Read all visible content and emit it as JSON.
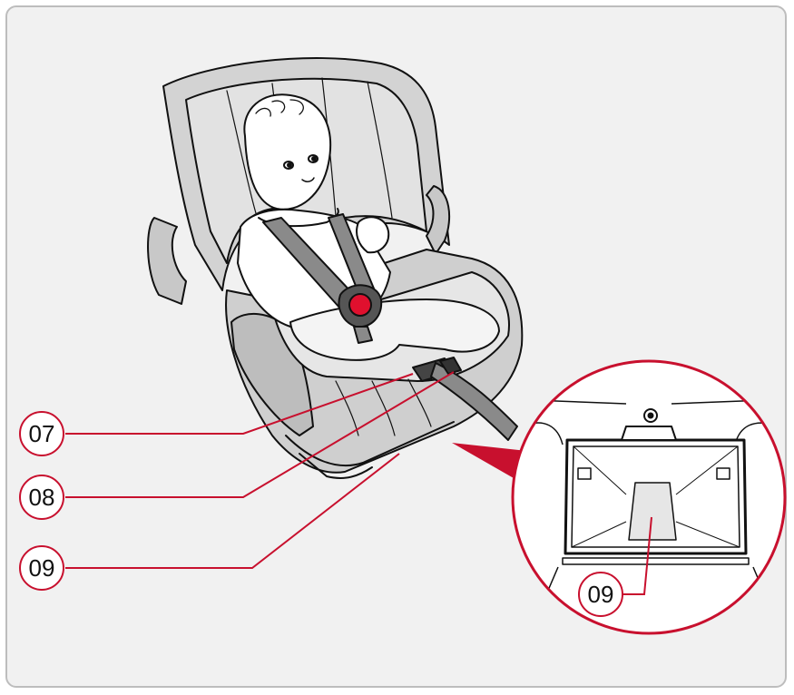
{
  "callouts": [
    {
      "id": "07",
      "label": "07"
    },
    {
      "id": "08",
      "label": "08"
    },
    {
      "id": "09",
      "label": "09"
    }
  ],
  "detail": {
    "label": "09"
  },
  "colors": {
    "callout_line": "#c8102e",
    "buckle": "#e0102e",
    "seat_fill": "#dcdcdc",
    "shell_fill": "#cfcfcf",
    "strap": "#8a8a8a",
    "background": "#f1f1f1"
  }
}
